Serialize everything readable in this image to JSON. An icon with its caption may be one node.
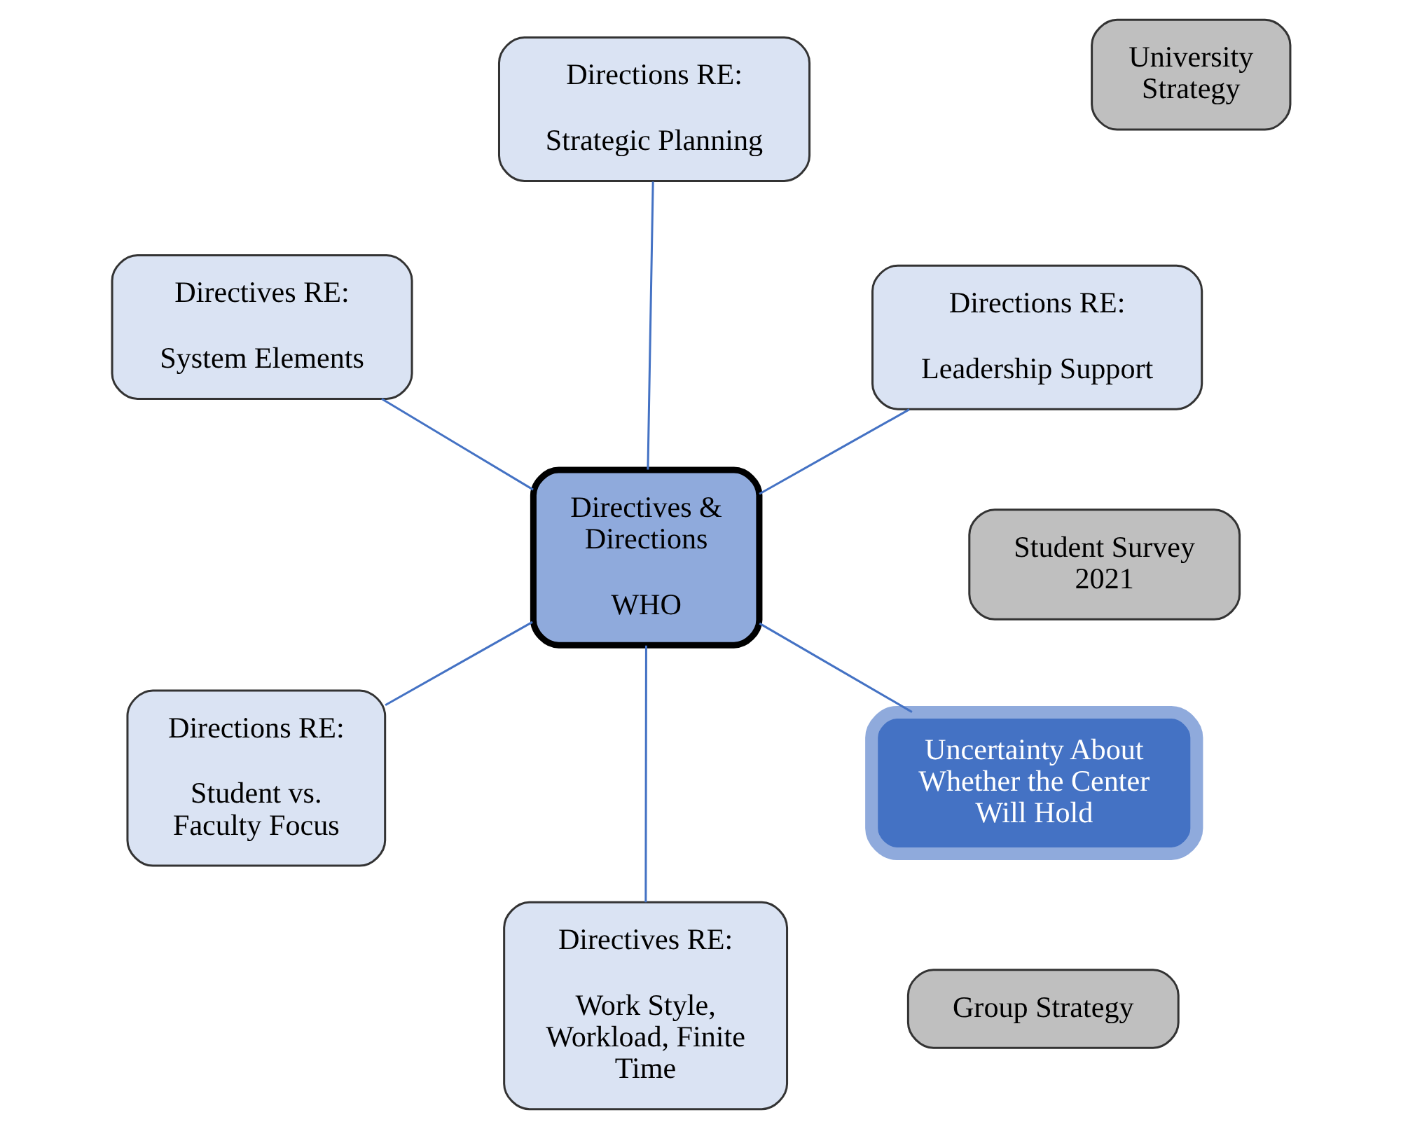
{
  "diagram": {
    "nodes": [
      {
        "text": [
          "Directives & Directions",
          "WHO"
        ]
      },
      {
        "text": [
          "Uncertainty About Whether the Center Will Hold"
        ]
      },
      {
        "text": [
          "Directives RE:",
          "Work Style, Workload, Finite Time"
        ]
      },
      {
        "text": [
          "Directives RE:",
          "System Elements"
        ]
      },
      {
        "text": [
          "Directions RE:",
          "Leadership Support"
        ]
      },
      {
        "text": [
          "Directions RE:",
          "Strategic Planning"
        ]
      },
      {
        "text": [
          "Directions RE:",
          "Student vs. Faculty Focus"
        ]
      },
      {
        "text": [
          "University Strategy"
        ]
      },
      {
        "text": [
          "Group Strategy"
        ]
      },
      {
        "text": [
          "Student Survey 2021"
        ]
      }
    ],
    "edges": [
      {
        "from": 0,
        "to": 1,
        "arrow": "none"
      },
      {
        "from": 0,
        "to": 2,
        "arrow": "none"
      },
      {
        "from": 0,
        "to": 3,
        "arrow": "none"
      },
      {
        "from": 0,
        "to": 4,
        "arrow": "none"
      },
      {
        "from": 0,
        "to": 5,
        "arrow": "none"
      },
      {
        "from": 0,
        "to": 6,
        "arrow": "none"
      }
    ]
  }
}
